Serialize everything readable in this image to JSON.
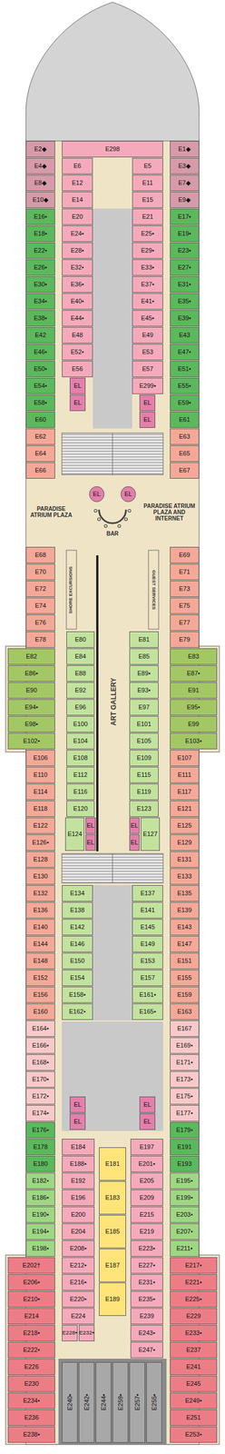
{
  "diagram": {
    "nodes": [
      {
        "text": [
          "E298"
        ]
      },
      {
        "text": [
          "E2◆"
        ]
      },
      {
        "text": [
          "E4◆"
        ]
      },
      {
        "text": [
          "E8◆"
        ]
      },
      {
        "text": [
          "E10◆"
        ]
      },
      {
        "text": [
          "E16•"
        ]
      },
      {
        "text": [
          "E18•"
        ]
      },
      {
        "text": [
          "E22•"
        ]
      },
      {
        "text": [
          "E26•"
        ]
      },
      {
        "text": [
          "E30•"
        ]
      },
      {
        "text": [
          "E34•"
        ]
      },
      {
        "text": [
          "E38•"
        ]
      },
      {
        "text": [
          "E42"
        ]
      },
      {
        "text": [
          "E46•"
        ]
      },
      {
        "text": [
          "E50•"
        ]
      },
      {
        "text": [
          "E54•"
        ]
      },
      {
        "text": [
          "E58•"
        ]
      },
      {
        "text": [
          "E60"
        ]
      },
      {
        "text": [
          "E62"
        ]
      },
      {
        "text": [
          "E64"
        ]
      },
      {
        "text": [
          "E66"
        ]
      },
      {
        "text": [
          "E6"
        ]
      },
      {
        "text": [
          "E12"
        ]
      },
      {
        "text": [
          "E14"
        ]
      },
      {
        "text": [
          "E20"
        ]
      },
      {
        "text": [
          "E24•"
        ]
      },
      {
        "text": [
          "E28•"
        ]
      },
      {
        "text": [
          "E32•"
        ]
      },
      {
        "text": [
          "E36•"
        ]
      },
      {
        "text": [
          "E40•"
        ]
      },
      {
        "text": [
          "E44•"
        ]
      },
      {
        "text": [
          "E48"
        ]
      },
      {
        "text": [
          "E52•"
        ]
      },
      {
        "text": [
          "E56"
        ]
      },
      {
        "text": [
          "EL"
        ]
      },
      {
        "text": [
          "EL"
        ]
      },
      {
        "text": [
          "E5"
        ]
      },
      {
        "text": [
          "E11"
        ]
      },
      {
        "text": [
          "E15"
        ]
      },
      {
        "text": [
          "E21"
        ]
      },
      {
        "text": [
          "E25•"
        ]
      },
      {
        "text": [
          "E29•"
        ]
      },
      {
        "text": [
          "E33•"
        ]
      },
      {
        "text": [
          "E37•"
        ]
      },
      {
        "text": [
          "E41•"
        ]
      },
      {
        "text": [
          "E45•"
        ]
      },
      {
        "text": [
          "E49"
        ]
      },
      {
        "text": [
          "E53"
        ]
      },
      {
        "text": [
          "E57"
        ]
      },
      {
        "text": [
          "E299•"
        ]
      },
      {
        "text": [
          "EL"
        ]
      },
      {
        "text": [
          "EL"
        ]
      },
      {
        "text": [
          "E1◆"
        ]
      },
      {
        "text": [
          "E3◆"
        ]
      },
      {
        "text": [
          "E7◆"
        ]
      },
      {
        "text": [
          "E9◆"
        ]
      },
      {
        "text": [
          "E17•"
        ]
      },
      {
        "text": [
          "E19•"
        ]
      },
      {
        "text": [
          "E23•"
        ]
      },
      {
        "text": [
          "E27•"
        ]
      },
      {
        "text": [
          "E31•"
        ]
      },
      {
        "text": [
          "E35•"
        ]
      },
      {
        "text": [
          "E39•"
        ]
      },
      {
        "text": [
          "E43"
        ]
      },
      {
        "text": [
          "E47•"
        ]
      },
      {
        "text": [
          "E51•"
        ]
      },
      {
        "text": [
          "E55•"
        ]
      },
      {
        "text": [
          "E59•"
        ]
      },
      {
        "text": [
          "E61"
        ]
      },
      {
        "text": [
          "E63"
        ]
      },
      {
        "text": [
          "E65"
        ]
      },
      {
        "text": [
          "E67"
        ]
      },
      {
        "text": [
          "EL"
        ]
      },
      {
        "text": [
          "EL"
        ]
      },
      {
        "text": [
          "E68"
        ]
      },
      {
        "text": [
          "E70"
        ]
      },
      {
        "text": [
          "E72"
        ]
      },
      {
        "text": [
          "E74"
        ]
      },
      {
        "text": [
          "E76"
        ]
      },
      {
        "text": [
          "E78"
        ]
      },
      {
        "text": [
          "E82"
        ]
      },
      {
        "text": [
          "E86•"
        ]
      },
      {
        "text": [
          "E90"
        ]
      },
      {
        "text": [
          "E94•"
        ]
      },
      {
        "text": [
          "E98•"
        ]
      },
      {
        "text": [
          "E102•"
        ]
      },
      {
        "text": [
          "E106"
        ]
      },
      {
        "text": [
          "E110"
        ]
      },
      {
        "text": [
          "E114"
        ]
      },
      {
        "text": [
          "E118"
        ]
      },
      {
        "text": [
          "E122"
        ]
      },
      {
        "text": [
          "E126•"
        ]
      },
      {
        "text": [
          "E128"
        ]
      },
      {
        "text": [
          "E80"
        ]
      },
      {
        "text": [
          "E84"
        ]
      },
      {
        "text": [
          "E88"
        ]
      },
      {
        "text": [
          "E92"
        ]
      },
      {
        "text": [
          "E96"
        ]
      },
      {
        "text": [
          "E100"
        ]
      },
      {
        "text": [
          "E104"
        ]
      },
      {
        "text": [
          "E108"
        ]
      },
      {
        "text": [
          "E112"
        ]
      },
      {
        "text": [
          "E116"
        ]
      },
      {
        "text": [
          "E120"
        ]
      },
      {
        "text": [
          "E124"
        ]
      },
      {
        "text": [
          "EL"
        ]
      },
      {
        "text": [
          "EL"
        ]
      },
      {
        "text": [
          "E81"
        ]
      },
      {
        "text": [
          "E85"
        ]
      },
      {
        "text": [
          "E89•"
        ]
      },
      {
        "text": [
          "E93•"
        ]
      },
      {
        "text": [
          "E97"
        ]
      },
      {
        "text": [
          "E101"
        ]
      },
      {
        "text": [
          "E105"
        ]
      },
      {
        "text": [
          "E109"
        ]
      },
      {
        "text": [
          "E115"
        ]
      },
      {
        "text": [
          "E119"
        ]
      },
      {
        "text": [
          "E123"
        ]
      },
      {
        "text": [
          "EL"
        ]
      },
      {
        "text": [
          "EL"
        ]
      },
      {
        "text": [
          "E127"
        ]
      },
      {
        "text": [
          "E69"
        ]
      },
      {
        "text": [
          "E71"
        ]
      },
      {
        "text": [
          "E73"
        ]
      },
      {
        "text": [
          "E75"
        ]
      },
      {
        "text": [
          "E77"
        ]
      },
      {
        "text": [
          "E79"
        ]
      },
      {
        "text": [
          "E83"
        ]
      },
      {
        "text": [
          "E87•"
        ]
      },
      {
        "text": [
          "E91"
        ]
      },
      {
        "text": [
          "E95•"
        ]
      },
      {
        "text": [
          "E99"
        ]
      },
      {
        "text": [
          "E103•"
        ]
      },
      {
        "text": [
          "E107"
        ]
      },
      {
        "text": [
          "E111"
        ]
      },
      {
        "text": [
          "E117"
        ]
      },
      {
        "text": [
          "E121"
        ]
      },
      {
        "text": [
          "E125"
        ]
      },
      {
        "text": [
          "E129"
        ]
      },
      {
        "text": [
          "E130"
        ]
      },
      {
        "text": [
          "E132"
        ]
      },
      {
        "text": [
          "E136"
        ]
      },
      {
        "text": [
          "E140"
        ]
      },
      {
        "text": [
          "E144"
        ]
      },
      {
        "text": [
          "E148"
        ]
      },
      {
        "text": [
          "E152"
        ]
      },
      {
        "text": [
          "E156"
        ]
      },
      {
        "text": [
          "E160"
        ]
      },
      {
        "text": [
          "E164•"
        ]
      },
      {
        "text": [
          "E166•"
        ]
      },
      {
        "text": [
          "E168•"
        ]
      },
      {
        "text": [
          "E170•"
        ]
      },
      {
        "text": [
          "E172•"
        ]
      },
      {
        "text": [
          "E174•"
        ]
      },
      {
        "text": [
          "E176•"
        ]
      },
      {
        "text": [
          "E178"
        ]
      },
      {
        "text": [
          "E180"
        ]
      },
      {
        "text": [
          "E182•"
        ]
      },
      {
        "text": [
          "E186•"
        ]
      },
      {
        "text": [
          "E190•"
        ]
      },
      {
        "text": [
          "E194•"
        ]
      },
      {
        "text": [
          "E198•"
        ]
      },
      {
        "text": [
          "E134"
        ]
      },
      {
        "text": [
          "E138"
        ]
      },
      {
        "text": [
          "E142"
        ]
      },
      {
        "text": [
          "E146"
        ]
      },
      {
        "text": [
          "E150"
        ]
      },
      {
        "text": [
          "E154"
        ]
      },
      {
        "text": [
          "E158•"
        ]
      },
      {
        "text": [
          "E162•"
        ]
      },
      {
        "text": [
          "EL"
        ]
      },
      {
        "text": [
          "EL"
        ]
      },
      {
        "text": [
          "E137"
        ]
      },
      {
        "text": [
          "E141"
        ]
      },
      {
        "text": [
          "E145"
        ]
      },
      {
        "text": [
          "E149"
        ]
      },
      {
        "text": [
          "E153"
        ]
      },
      {
        "text": [
          "E157"
        ]
      },
      {
        "text": [
          "E161•"
        ]
      },
      {
        "text": [
          "E165•"
        ]
      },
      {
        "text": [
          "EL"
        ]
      },
      {
        "text": [
          "EL"
        ]
      },
      {
        "text": [
          "E131"
        ]
      },
      {
        "text": [
          "E133"
        ]
      },
      {
        "text": [
          "E135"
        ]
      },
      {
        "text": [
          "E139"
        ]
      },
      {
        "text": [
          "E143"
        ]
      },
      {
        "text": [
          "E147"
        ]
      },
      {
        "text": [
          "E151"
        ]
      },
      {
        "text": [
          "E155"
        ]
      },
      {
        "text": [
          "E159"
        ]
      },
      {
        "text": [
          "E163"
        ]
      },
      {
        "text": [
          "E167"
        ]
      },
      {
        "text": [
          "E169•"
        ]
      },
      {
        "text": [
          "E171•"
        ]
      },
      {
        "text": [
          "E173•"
        ]
      },
      {
        "text": [
          "E175•"
        ]
      },
      {
        "text": [
          "E177•"
        ]
      },
      {
        "text": [
          "E179•"
        ]
      },
      {
        "text": [
          "E191"
        ]
      },
      {
        "text": [
          "E193"
        ]
      },
      {
        "text": [
          "E195•"
        ]
      },
      {
        "text": [
          "E199•"
        ]
      },
      {
        "text": [
          "E203•"
        ]
      },
      {
        "text": [
          "E207•"
        ]
      },
      {
        "text": [
          "E211•"
        ]
      },
      {
        "text": [
          "E202†"
        ]
      },
      {
        "text": [
          "E206•"
        ]
      },
      {
        "text": [
          "E210•"
        ]
      },
      {
        "text": [
          "E214"
        ]
      },
      {
        "text": [
          "E218•"
        ]
      },
      {
        "text": [
          "E222•"
        ]
      },
      {
        "text": [
          "E226"
        ]
      },
      {
        "text": [
          "E230"
        ]
      },
      {
        "text": [
          "E234•"
        ]
      },
      {
        "text": [
          "E236"
        ]
      },
      {
        "text": [
          "E238•"
        ]
      },
      {
        "text": [
          "E184"
        ]
      },
      {
        "text": [
          "E188•"
        ]
      },
      {
        "text": [
          "E192"
        ]
      },
      {
        "text": [
          "E196"
        ]
      },
      {
        "text": [
          "E200"
        ]
      },
      {
        "text": [
          "E204"
        ]
      },
      {
        "text": [
          "E208•"
        ]
      },
      {
        "text": [
          "E212•"
        ]
      },
      {
        "text": [
          "E216•"
        ]
      },
      {
        "text": [
          "E220•"
        ]
      },
      {
        "text": [
          "E224"
        ]
      },
      {
        "text": [
          "E228•"
        ]
      },
      {
        "text": [
          "E232•"
        ]
      },
      {
        "text": [
          "E181"
        ]
      },
      {
        "text": [
          "E183"
        ]
      },
      {
        "text": [
          "E185"
        ]
      },
      {
        "text": [
          "E187"
        ]
      },
      {
        "text": [
          "E189"
        ]
      },
      {
        "text": [
          "E197"
        ]
      },
      {
        "text": [
          "E201•"
        ]
      },
      {
        "text": [
          "E205"
        ]
      },
      {
        "text": [
          "E209"
        ]
      },
      {
        "text": [
          "E215"
        ]
      },
      {
        "text": [
          "E219"
        ]
      },
      {
        "text": [
          "E223•"
        ]
      },
      {
        "text": [
          "E227•"
        ]
      },
      {
        "text": [
          "E231•"
        ]
      },
      {
        "text": [
          "E235•"
        ]
      },
      {
        "text": [
          "E239"
        ]
      },
      {
        "text": [
          "E243•"
        ]
      },
      {
        "text": [
          "E247•"
        ]
      },
      {
        "text": [
          "E217•"
        ]
      },
      {
        "text": [
          "E221•"
        ]
      },
      {
        "text": [
          "E225•"
        ]
      },
      {
        "text": [
          "E229"
        ]
      },
      {
        "text": [
          "E233•"
        ]
      },
      {
        "text": [
          "E237"
        ]
      },
      {
        "text": [
          "E241"
        ]
      },
      {
        "text": [
          "E245"
        ]
      },
      {
        "text": [
          "E249•"
        ]
      },
      {
        "text": [
          "E251"
        ]
      },
      {
        "text": [
          "E253•"
        ]
      },
      {
        "text": [
          "E240•"
        ]
      },
      {
        "text": [
          "E242•"
        ]
      },
      {
        "text": [
          "E244•"
        ]
      },
      {
        "text": [
          "E259•"
        ]
      },
      {
        "text": [
          "E257•"
        ]
      },
      {
        "text": [
          "E255•"
        ]
      }
    ],
    "labels": [
      "PARADISE ATRIUM PLAZA",
      "PARADISE ATRIUM PLAZA AND INTERNET",
      "BAR",
      "SHORE EXCURSIONS",
      "GUEST SERVICES",
      "ART GALLERY"
    ]
  }
}
